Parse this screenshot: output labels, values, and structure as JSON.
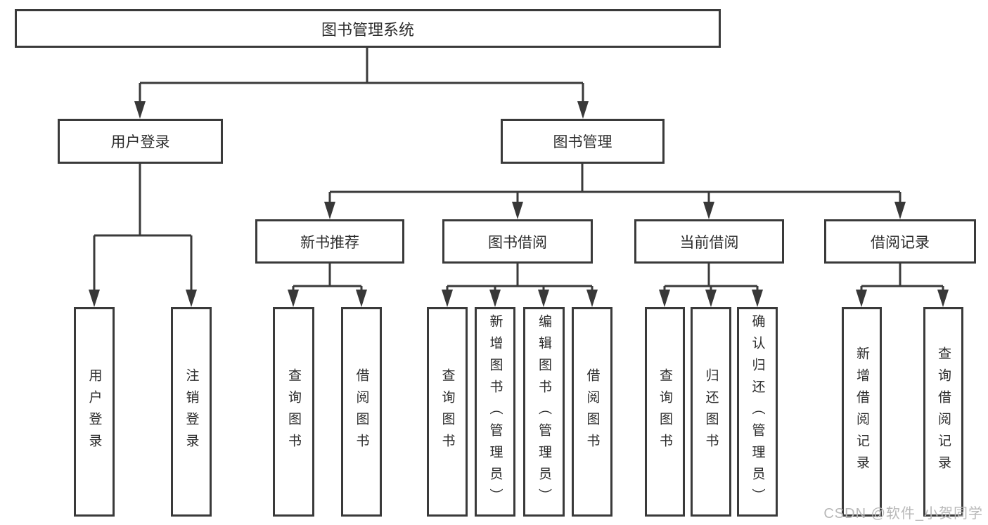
{
  "diagram": {
    "title": "图书管理系统",
    "level2": [
      {
        "label": "用户登录",
        "parent": "图书管理系统"
      },
      {
        "label": "图书管理",
        "parent": "图书管理系统"
      }
    ],
    "level3": [
      {
        "label": "新书推荐",
        "parent": "图书管理"
      },
      {
        "label": "图书借阅",
        "parent": "图书管理"
      },
      {
        "label": "当前借阅",
        "parent": "图书管理"
      },
      {
        "label": "借阅记录",
        "parent": "图书管理"
      }
    ],
    "leaves": [
      {
        "label": "用户登录",
        "parent": "用户登录"
      },
      {
        "label": "注销登录",
        "parent": "用户登录"
      },
      {
        "label": "查询图书",
        "parent": "新书推荐"
      },
      {
        "label": "借阅图书",
        "parent": "新书推荐"
      },
      {
        "label": "查询图书",
        "parent": "图书借阅"
      },
      {
        "label": "新增图书（管理员）",
        "parent": "图书借阅"
      },
      {
        "label": "编辑图书（管理员）",
        "parent": "图书借阅"
      },
      {
        "label": "借阅图书",
        "parent": "图书借阅"
      },
      {
        "label": "查询图书",
        "parent": "当前借阅"
      },
      {
        "label": "归还图书",
        "parent": "当前借阅"
      },
      {
        "label": "确认归还（管理员）",
        "parent": "当前借阅"
      },
      {
        "label": "新增借阅记录",
        "parent": "借阅记录"
      },
      {
        "label": "查询借阅记录",
        "parent": "借阅记录"
      }
    ]
  },
  "watermark": {
    "text": "CSDN @软件_小贺同学"
  },
  "colors": {
    "line": "#3a3a3a",
    "border": "#3a3a3a",
    "text": "#2d2d2d",
    "watermark": "#b8b8b8",
    "background": "#ffffff"
  }
}
